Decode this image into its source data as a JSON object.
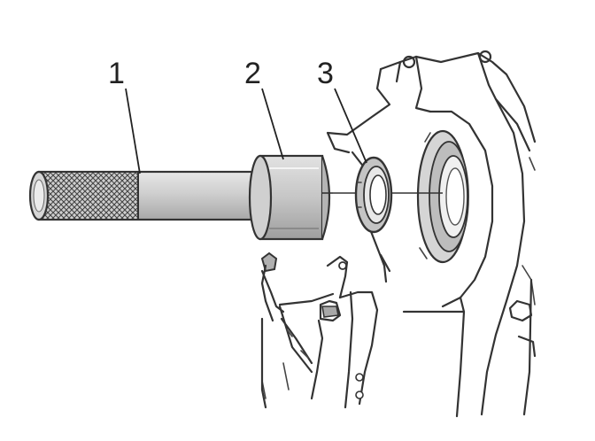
{
  "callouts": {
    "one": "1",
    "two": "2",
    "three": "3"
  },
  "colors": {
    "line": "#333333",
    "fill_light": "#d9d9d9",
    "fill_mid": "#bdbdbd",
    "fill_dark": "#9a9a9a",
    "background": "#ffffff"
  }
}
